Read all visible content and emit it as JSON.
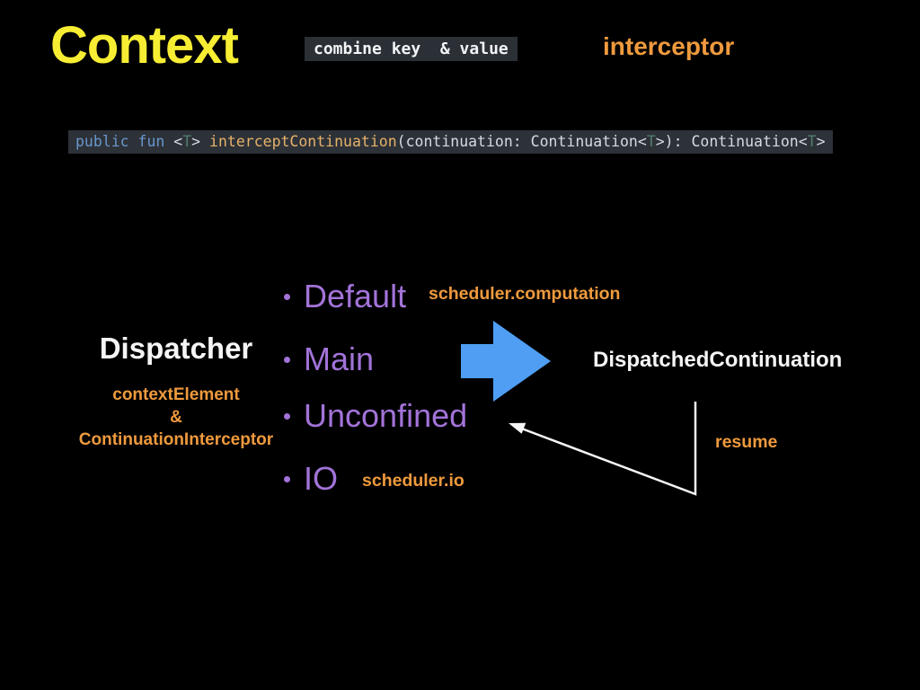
{
  "colors": {
    "background": "#000000",
    "title_yellow": "#F7EE33",
    "orange": "#EF9A3D",
    "purple": "#A273D8",
    "arrow_blue": "#4F9EF3",
    "arrow_white": "#F6F6F6",
    "white_text": "#F5F5F7",
    "code_bg": "#2D3138",
    "badge_bg": "#2B2F36",
    "code_keyword": "#6897CB",
    "code_type_param": "#4F7D6F",
    "code_function": "#E6B269",
    "code_plain": "#D5DAE0"
  },
  "header": {
    "title": "Context",
    "badge": "combine key  & value",
    "topic": "interceptor"
  },
  "code": {
    "segments": [
      {
        "text": "public fun ",
        "role": "keyword"
      },
      {
        "text": "<",
        "role": "plain"
      },
      {
        "text": "T",
        "role": "type-param"
      },
      {
        "text": "> ",
        "role": "plain"
      },
      {
        "text": "interceptContinuation",
        "role": "function"
      },
      {
        "text": "(continuation: Continuation<",
        "role": "plain"
      },
      {
        "text": "T",
        "role": "type-param"
      },
      {
        "text": ">): Continuation<",
        "role": "plain"
      },
      {
        "text": "T",
        "role": "type-param"
      },
      {
        "text": ">",
        "role": "plain"
      }
    ]
  },
  "diagram": {
    "dispatcher": {
      "title": "Dispatcher",
      "subtitle_line1": "contextElement",
      "subtitle_line2": "&",
      "subtitle_line3": "ContinuationInterceptor"
    },
    "dispatchers": [
      {
        "label": "Default",
        "note": "scheduler.computation"
      },
      {
        "label": "Main",
        "note": ""
      },
      {
        "label": "Unconfined",
        "note": ""
      },
      {
        "label": "IO",
        "note": "scheduler.io"
      }
    ],
    "result": {
      "title": "DispatchedContinuation",
      "return_label": "resume"
    }
  }
}
